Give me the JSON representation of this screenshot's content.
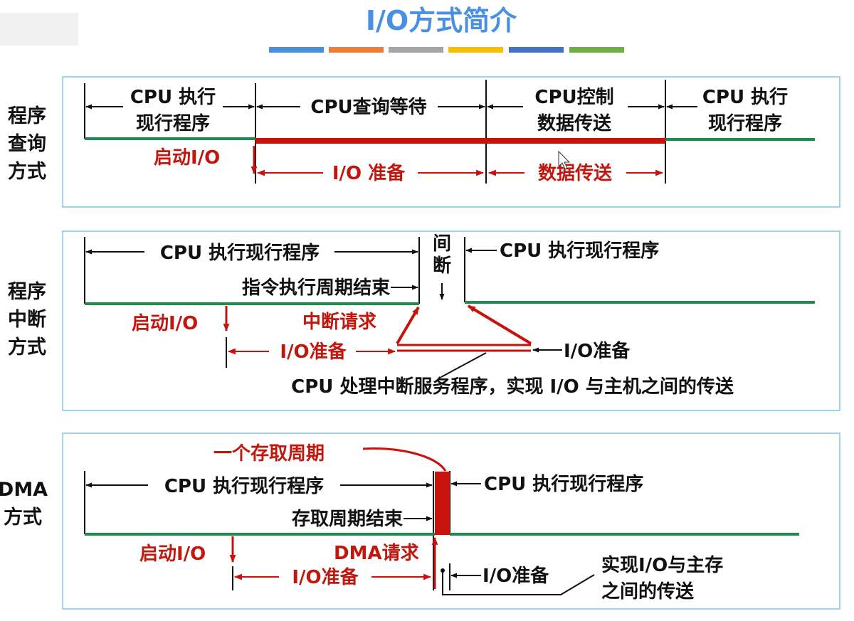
{
  "title": "I/O方式简介",
  "title_bar_colors": [
    "#4a90d9",
    "#f07c3a",
    "#a5a5a5",
    "#f5c000",
    "#4472c4",
    "#70ad47"
  ],
  "colors": {
    "cpu_line": "#1e8c4a",
    "io_line": "#c8130c",
    "label_red": "#c0170f",
    "frame": "#7fc6e8"
  },
  "sections": {
    "polling": {
      "side_label": [
        "程序",
        "查询",
        "方式"
      ],
      "seg1": [
        "CPU 执行",
        "现行程序"
      ],
      "seg2": "CPU查询等待",
      "seg3": [
        "CPU控制",
        "数据传送"
      ],
      "seg4": [
        "CPU  执行",
        "现行程序"
      ],
      "start_io": "启动I/O",
      "io_prepare": "I/O 准备",
      "data_transfer": "数据传送"
    },
    "interrupt": {
      "side_label": [
        "程序",
        "中断",
        "方式"
      ],
      "cpu_exec_left": "CPU  执行现行程序",
      "cpu_exec_right": "CPU  执行现行程序",
      "interrupt_vertical": [
        "间",
        "断"
      ],
      "instr_cycle_end": "指令执行周期结束",
      "start_io": "启动I/O",
      "interrupt_request": "中断请求",
      "io_prepare_left": "I/O准备",
      "io_prepare_right": "I/O准备",
      "service_note": "CPU 处理中断服务程序，实现 I/O 与主机之间的传送"
    },
    "dma": {
      "side_label": [
        "DMA",
        "方式"
      ],
      "access_cycle": "一个存取周期",
      "cpu_exec_left": "CPU  执行现行程序",
      "cpu_exec_right": "CPU  执行现行程序",
      "access_cycle_end": "存取周期结束",
      "start_io": "启动I/O",
      "dma_request": "DMA请求",
      "io_prepare_left": "I/O准备",
      "io_prepare_right": "I/O准备",
      "transfer_note": [
        "实现I/O与主存",
        "之间的传送"
      ]
    }
  }
}
